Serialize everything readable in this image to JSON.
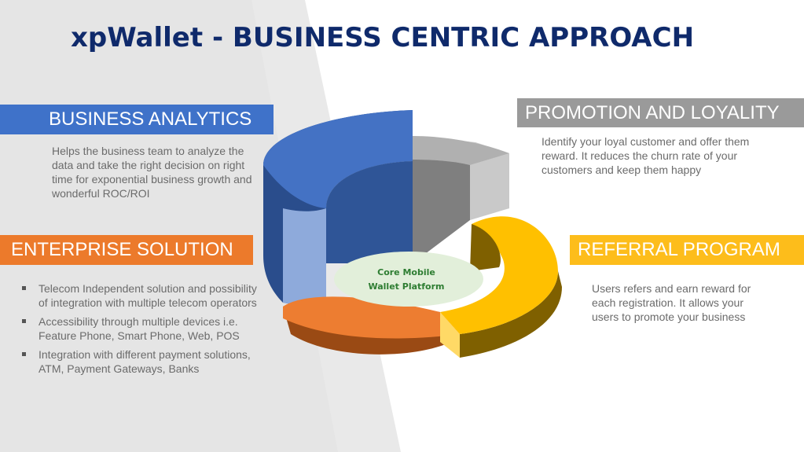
{
  "title": "xpWallet - BUSINESS CENTRIC APPROACH",
  "sections": {
    "analytics": {
      "label": "BUSINESS ANALYTICS",
      "description": "Helps the business team to analyze the data and take the right decision on right time for exponential business growth and wonderful ROC/ROI",
      "color": "#3f72c9"
    },
    "enterprise": {
      "label": "ENTERPRISE SOLUTION",
      "bullets": [
        "Telecom Independent solution and possibility of integration with multiple telecom operators",
        "Accessibility through multiple devices i.e. Feature Phone, Smart Phone, Web, POS",
        "Integration with different payment solutions, ATM, Payment Gateways, Banks"
      ],
      "color": "#ec7a2b"
    },
    "promotion": {
      "label": "PROMOTION AND LOYALITY",
      "description": "Identify your loyal customer and offer them reward. It reduces the churn rate of your customers and keep them happy",
      "color": "#9a9a9a"
    },
    "referral": {
      "label": "REFERRAL PROGRAM",
      "description": "Users refers and earn reward for each registration. It allows your users to promote your business",
      "color": "#fdbd1b"
    }
  },
  "core": {
    "line1": "Core Mobile",
    "line2": "Wallet Platform"
  }
}
